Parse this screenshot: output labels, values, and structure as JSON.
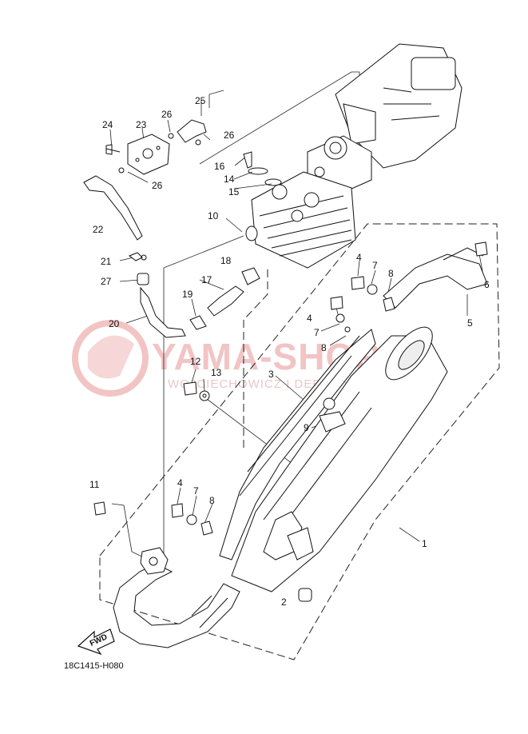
{
  "diagram": {
    "code": "18C1415-H080",
    "fwd_label": "FWD",
    "watermark": {
      "main": "YAMA-SHOP.PL",
      "sub": "WOJCIECHOWICZ I DEBA - YAMAHA",
      "color": "#f2c4c4"
    },
    "callouts": [
      "1",
      "2",
      "3",
      "4",
      "4",
      "4",
      "5",
      "6",
      "7",
      "7",
      "7",
      "8",
      "8",
      "8",
      "9",
      "10",
      "11",
      "12",
      "13",
      "14",
      "15",
      "16",
      "17",
      "18",
      "19",
      "20",
      "21",
      "22",
      "23",
      "24",
      "25",
      "26",
      "26",
      "26",
      "27"
    ]
  }
}
